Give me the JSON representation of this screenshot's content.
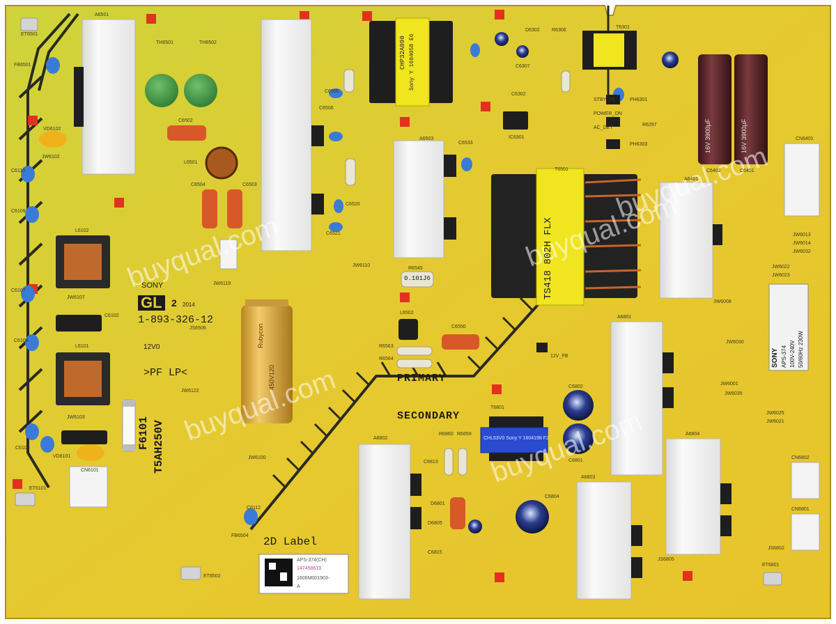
{
  "board": {
    "brand": "SONY",
    "grade": "GL",
    "grade_suffix": "2",
    "year": "2014",
    "part_number": "1-893-326-12",
    "primary_label": "PRIMARY",
    "secondary_label": "SECONDARY",
    "fuse_ref": "F6101",
    "fuse_rating": "T5AH250V",
    "ul_text": "12V0",
    "pf_lp": ">PF LP<",
    "label_2d": "2D Label",
    "sticker_text": {
      "line1": "APS-374(CH)",
      "line2": "147458613",
      "line3": "1606M001903-",
      "line4": "A"
    },
    "rating_label": {
      "brand": "SONY",
      "model": "APS-374",
      "input": "100V-240V",
      "power": "50/60Hz 230W"
    },
    "transformer_main_text": "TS418 802H FLX",
    "transformer_top_text1": "CHP32A090",
    "transformer_top_text2": "Sony Y 1604058 E6",
    "capacitor_brand": "Rubycon",
    "capacitor_value": "450V120",
    "cap_3900_text": "16V 3900µF",
    "resistor_text": "0.101J6",
    "aux_transformer_text": "CHL53V0 Sony Y 1604198 F2",
    "watermark": "buyqual.com",
    "colors": {
      "pcb": "#e6cf2e",
      "pcb_green": "#c9d334",
      "heatsink": "#f2f2f2",
      "trace": "#2a2a20",
      "cap_gold": "#d9a437",
      "cap_dark": "#4d1f22"
    }
  },
  "refs": [
    "A6501",
    "TH6501",
    "TH6502",
    "C6502",
    "L6501",
    "C6503",
    "C6504",
    "C6505",
    "C6506",
    "C6521",
    "C6520",
    "JW6102",
    "JW6107",
    "JW6119",
    "JW6110",
    "JW6122",
    "JW6100",
    "JW6103",
    "C6102",
    "C6108",
    "C6106",
    "C6110",
    "C6109",
    "C6107",
    "L6102",
    "L6101",
    "VD6101",
    "VD6102",
    "CN6101",
    "ET6101",
    "ET6501",
    "ET6502",
    "FB6501",
    "FB6504",
    "C6112",
    "A6503",
    "C6533",
    "C6550",
    "R6545",
    "R6563",
    "R6564",
    "L6502",
    "T6501",
    "A6401",
    "T6301",
    "IC6301",
    "R6306",
    "D6302",
    "C6307",
    "C6302",
    "R6297",
    "PH6301",
    "PH6303",
    "C6402",
    "C6401",
    "CN6401",
    "JW6013",
    "JW6014",
    "JW6032",
    "JW6022",
    "JW6023",
    "A6801",
    "A6802",
    "A6803",
    "A6804",
    "C6801",
    "C6802",
    "C6804",
    "C6813",
    "C6815",
    "T6801",
    "CN6802",
    "CN6801",
    "ET6801",
    "JW6008",
    "JW6030",
    "JW6001",
    "JW6035",
    "JW6025",
    "JW6021",
    "JS6802",
    "JS6805",
    "12V_FB",
    "AC_DET",
    "POWER_ON",
    "STBY_FB",
    "JS6506",
    "R6860",
    "R6859",
    "D6801",
    "D6805"
  ]
}
